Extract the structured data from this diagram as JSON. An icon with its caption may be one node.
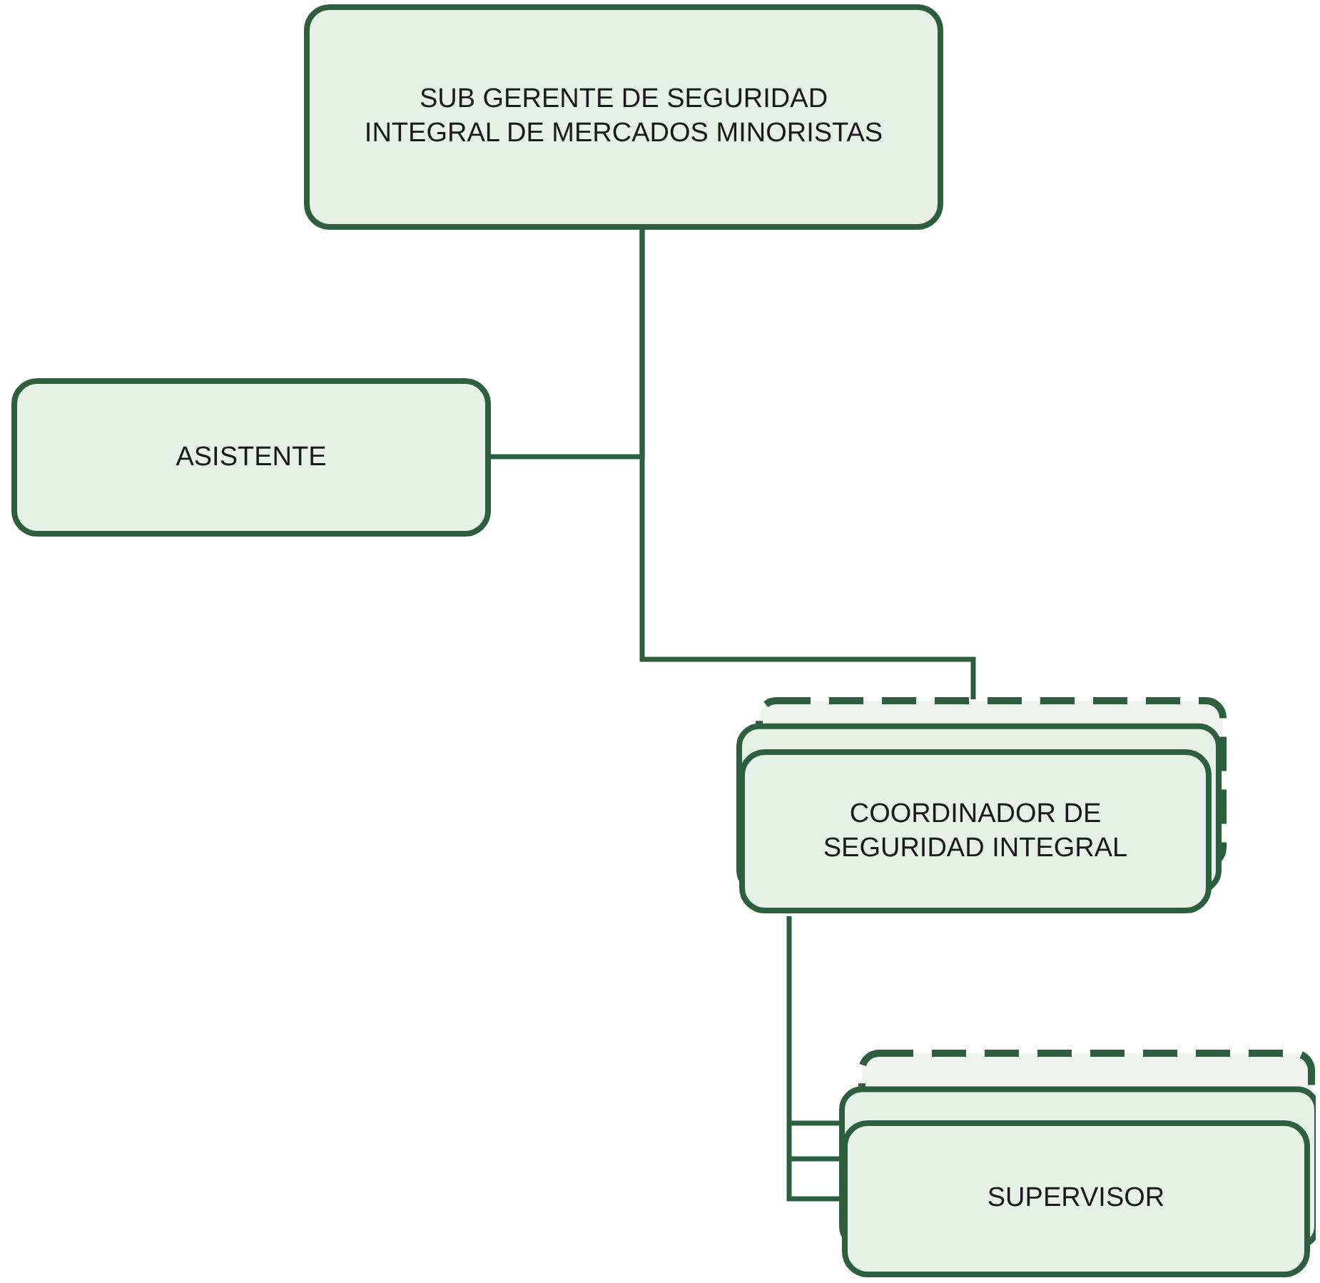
{
  "diagram": {
    "nodes": [
      {
        "text": [
          "SUB GERENTE DE SEGURIDAD INTEGRAL DE MERCADOS MINORISTAS"
        ]
      },
      {
        "text": [
          "ASISTENTE"
        ]
      },
      {
        "text": [
          "COORDINADOR DE SEGURIDAD INTEGRAL"
        ]
      },
      {
        "text": [
          "SUPERVISOR"
        ]
      }
    ],
    "edges": [
      {
        "from": 0,
        "to": 1,
        "arrow": "none"
      },
      {
        "from": 0,
        "to": 2,
        "arrow": "none"
      },
      {
        "from": 2,
        "to": 3,
        "arrow": "none"
      }
    ]
  }
}
